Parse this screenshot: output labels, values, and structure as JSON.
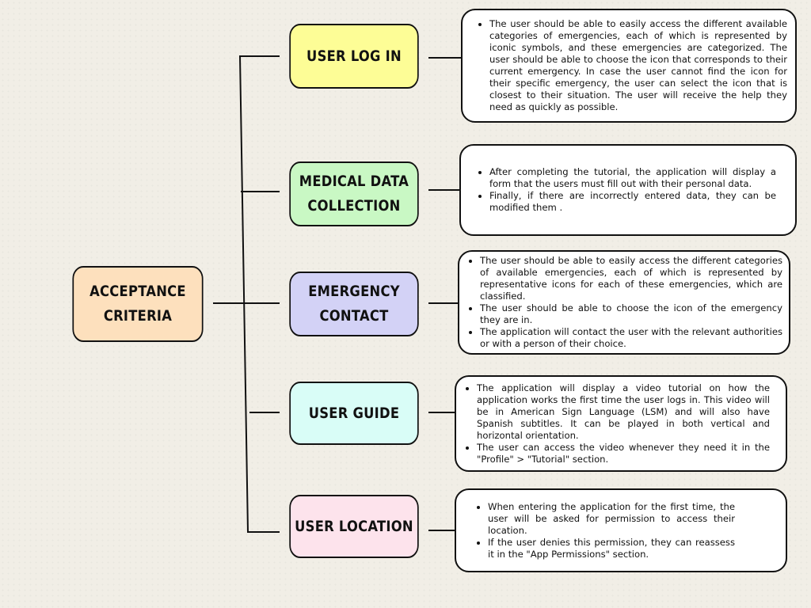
{
  "root": {
    "label_line1": "ACCEPTANCE",
    "label_line2": "CRITERIA",
    "color": "#fde0bd"
  },
  "branches": [
    {
      "label_line1": "USER LOG IN",
      "label_line2": "",
      "color": "#fdfd96",
      "bullets": [
        "The user should be able to easily access the different available categories of emergencies, each of which is represented by iconic symbols, and these emergencies are categorized. The user should be able to choose the icon that corresponds to their current emergency. In case the user cannot find the icon for their specific emergency, the user can select the icon that is closest to their situation. The user will receive the help they need as quickly as possible."
      ]
    },
    {
      "label_line1": "MEDICAL DATA",
      "label_line2": "COLLECTION",
      "color": "#c9f8c4",
      "bullets": [
        "After completing the tutorial, the application will display a form that the users must fill out with their personal data.",
        "Finally, if there are incorrectly entered data, they can be modified them ."
      ]
    },
    {
      "label_line1": "EMERGENCY",
      "label_line2": "CONTACT",
      "color": "#d3d2f6",
      "bullets": [
        "The user should be able to easily access the different categories of available emergencies, each of which is represented by representative icons for each of these emergencies, which are classified.",
        "The user should be able to choose the icon of the emergency they are in.",
        "The application will contact the user with the relevant authorities or with a person of their choice."
      ]
    },
    {
      "label_line1": "USER GUIDE",
      "label_line2": "",
      "color": "#d9fdf7",
      "bullets": [
        "The application will display a video tutorial on how the application works the first time the user logs in. This video will be in American Sign Language (LSM) and will also have Spanish subtitles. It can be played in both vertical and horizontal orientation.",
        "The user can access the video whenever they need it in the \"Profile\" > \"Tutorial\" section."
      ]
    },
    {
      "label_line1": "USER LOCATION",
      "label_line2": "",
      "color": "#fde3ec",
      "bullets": [
        "When entering the application for the first time, the user will be asked for permission to access their location.",
        "If the user denies this permission, they can reassess it in the \"App Permissions\" section."
      ]
    }
  ]
}
